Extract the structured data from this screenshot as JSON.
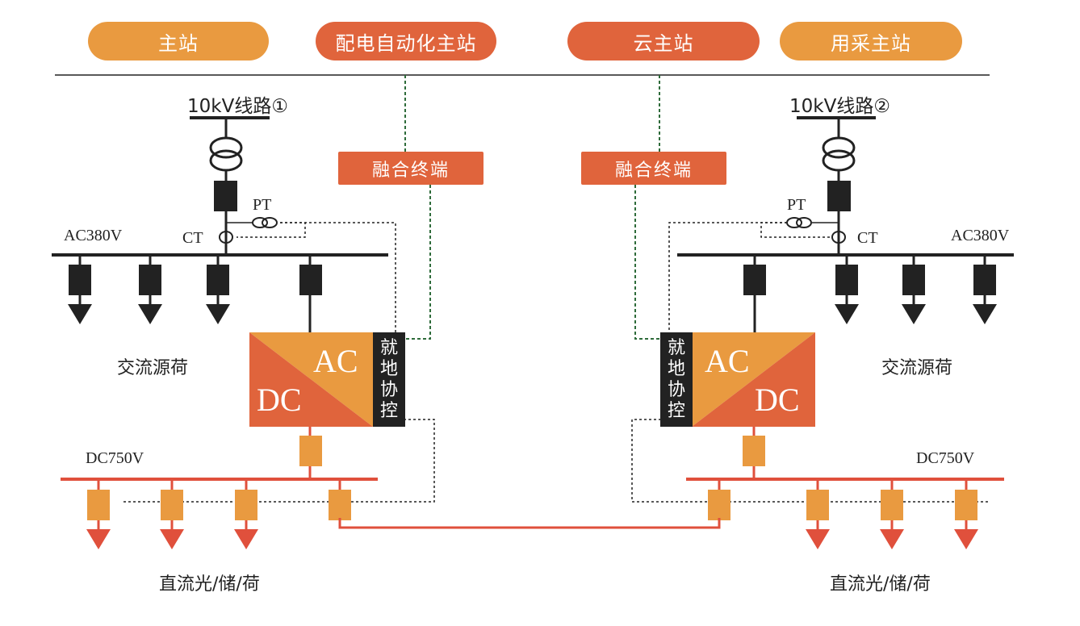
{
  "stations": [
    {
      "label": "主站",
      "color": "#e99a40"
    },
    {
      "label": "配电自动化主站",
      "color": "#e0643c"
    },
    {
      "label": "云主站",
      "color": "#e0643c"
    },
    {
      "label": "用采主站",
      "color": "#e99a40"
    }
  ],
  "terminals": [
    {
      "label": "融合终端"
    },
    {
      "label": "融合终端"
    }
  ],
  "left": {
    "line_label": "10kV线路①",
    "ac_bus_label": "AC380V",
    "pt_label": "PT",
    "ct_label": "CT",
    "ac_group_label": "交流源荷",
    "converter_ac": "AC",
    "converter_dc": "DC",
    "control_label": [
      "就",
      "地",
      "协",
      "控"
    ],
    "dc_bus_label": "DC750V",
    "dc_group_label": "直流光/储/荷"
  },
  "right": {
    "line_label": "10kV线路②",
    "ac_bus_label": "AC380V",
    "pt_label": "PT",
    "ct_label": "CT",
    "ac_group_label": "交流源荷",
    "converter_ac": "AC",
    "converter_dc": "DC",
    "control_label": [
      "就",
      "地",
      "协",
      "控"
    ],
    "dc_bus_label": "DC750V",
    "dc_group_label": "直流光/储/荷"
  },
  "colors": {
    "orange": "#e99a40",
    "red_orange": "#e0643c",
    "dc_line": "#e0503c",
    "black": "#222222",
    "comm_green": "#2e6b3a"
  }
}
